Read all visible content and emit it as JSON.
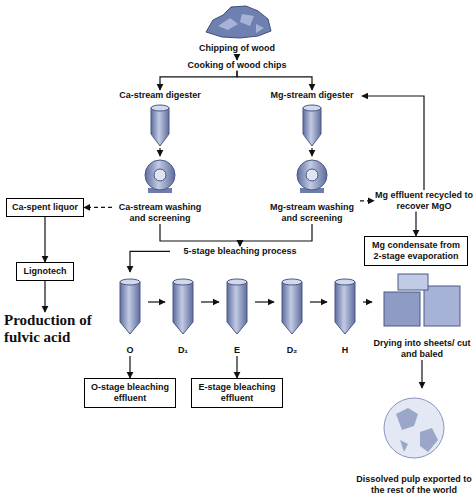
{
  "diagram": {
    "nodes": [
      {
        "text": [
          "Chipping of wood"
        ]
      },
      {
        "text": [
          "Cooking of wood chips"
        ]
      },
      {
        "text": [
          "Ca-stream digester"
        ]
      },
      {
        "text": [
          "Mg-stream digester"
        ]
      },
      {
        "text": [
          "Ca-stream washing and screening"
        ]
      },
      {
        "text": [
          "Mg-stream washing and screening"
        ]
      },
      {
        "text": [
          "Mg effluent recycled to recover MgO"
        ]
      },
      {
        "text": [
          "Mg condensate from 2-stage evaporation"
        ]
      },
      {
        "text": [
          "Ca-spent liquor"
        ]
      },
      {
        "text": [
          "Lignotech"
        ]
      },
      {
        "text": [
          "Production of fulvic acid"
        ]
      },
      {
        "text": [
          "5-stage bleaching process"
        ]
      },
      {
        "text": [
          "O"
        ]
      },
      {
        "text": [
          "D₁"
        ]
      },
      {
        "text": [
          "E"
        ]
      },
      {
        "text": [
          "D₂"
        ]
      },
      {
        "text": [
          "H"
        ]
      },
      {
        "text": [
          "O-stage bleaching effluent"
        ]
      },
      {
        "text": [
          "E-stage bleaching effluent"
        ]
      },
      {
        "text": [
          "Drying into sheets/ cut and baled"
        ]
      },
      {
        "text": [
          "Dissolved pulp exported to the rest of the world"
        ]
      }
    ],
    "edges": [
      {
        "from": 0,
        "to": 1,
        "arrow": "to"
      },
      {
        "from": 1,
        "to": 2,
        "arrow": "to"
      },
      {
        "from": 1,
        "to": 3,
        "arrow": "to"
      },
      {
        "from": 2,
        "to": 4,
        "arrow": "to"
      },
      {
        "from": 3,
        "to": 5,
        "arrow": "to"
      },
      {
        "from": 4,
        "to": 8,
        "arrow": "to"
      },
      {
        "from": 5,
        "to": 6,
        "arrow": "to"
      },
      {
        "from": 6,
        "to": 3,
        "arrow": "to"
      },
      {
        "from": 6,
        "to": 7,
        "arrow": "to"
      },
      {
        "from": 8,
        "to": 9,
        "arrow": "to"
      },
      {
        "from": 9,
        "to": 10,
        "arrow": "to"
      },
      {
        "from": 4,
        "to": 11,
        "arrow": "to"
      },
      {
        "from": 5,
        "to": 11,
        "arrow": "to"
      },
      {
        "from": 11,
        "to": 12,
        "arrow": "to"
      },
      {
        "from": 12,
        "to": 13,
        "arrow": "to"
      },
      {
        "from": 13,
        "to": 14,
        "arrow": "to"
      },
      {
        "from": 14,
        "to": 15,
        "arrow": "to"
      },
      {
        "from": 15,
        "to": 16,
        "arrow": "to"
      },
      {
        "from": 16,
        "to": 19,
        "arrow": "to"
      },
      {
        "from": 12,
        "to": 17,
        "arrow": "to"
      },
      {
        "from": 14,
        "to": 18,
        "arrow": "to"
      },
      {
        "from": 19,
        "to": 20,
        "arrow": "to"
      }
    ]
  }
}
